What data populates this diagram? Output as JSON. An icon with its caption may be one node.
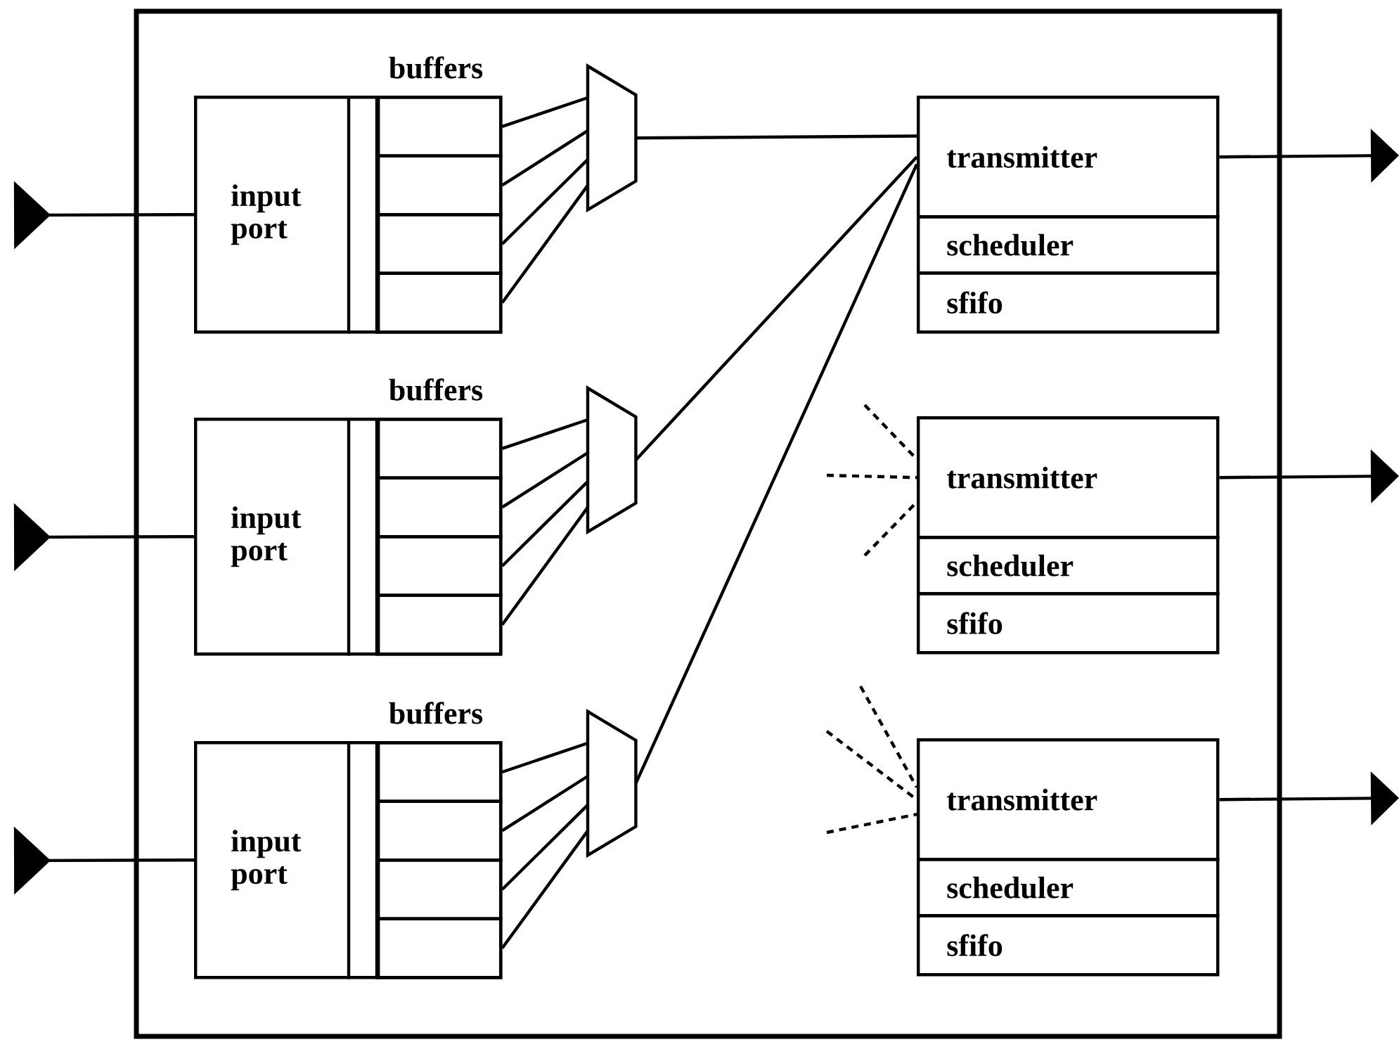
{
  "diagram": {
    "nodes": [
      {
        "text": [
          "input port"
        ]
      },
      {
        "text": [],
        "shape": "box",
        "in": 0
      },
      {
        "text": [],
        "shape": "box",
        "in": 0
      },
      {
        "text": [],
        "shape": "box",
        "in": 0
      },
      {
        "text": [],
        "shape": "box",
        "in": 0
      },
      {
        "text": [],
        "shape": "trapezoid"
      },
      {
        "text": [
          "input port"
        ]
      },
      {
        "text": [],
        "shape": "box",
        "in": 6
      },
      {
        "text": [],
        "shape": "box",
        "in": 6
      },
      {
        "text": [],
        "shape": "box",
        "in": 6
      },
      {
        "text": [],
        "shape": "box",
        "in": 6
      },
      {
        "text": [],
        "shape": "trapezoid"
      },
      {
        "text": [
          "input port"
        ]
      },
      {
        "text": [],
        "shape": "box",
        "in": 12
      },
      {
        "text": [],
        "shape": "box",
        "in": 12
      },
      {
        "text": [],
        "shape": "box",
        "in": 12
      },
      {
        "text": [],
        "shape": "box",
        "in": 12
      },
      {
        "text": [],
        "shape": "trapezoid"
      },
      {
        "text": [
          "transmitter"
        ]
      },
      {
        "text": [
          "scheduler"
        ]
      },
      {
        "text": [
          "sfifo"
        ]
      },
      {
        "text": [
          "transmitter"
        ]
      },
      {
        "text": [
          "scheduler"
        ]
      },
      {
        "text": [
          "sfifo"
        ]
      },
      {
        "text": [
          "transmitter"
        ]
      },
      {
        "text": [
          "scheduler"
        ]
      },
      {
        "text": [
          "sfifo"
        ]
      }
    ],
    "edges": [
      {
        "from": null,
        "to": 0,
        "arrow": "to"
      },
      {
        "from": 1,
        "to": 5,
        "arrow": "none"
      },
      {
        "from": 2,
        "to": 5,
        "arrow": "none"
      },
      {
        "from": 3,
        "to": 5,
        "arrow": "none"
      },
      {
        "from": 4,
        "to": 5,
        "arrow": "none"
      },
      {
        "from": null,
        "to": 6,
        "arrow": "to"
      },
      {
        "from": 7,
        "to": 11,
        "arrow": "none"
      },
      {
        "from": 8,
        "to": 11,
        "arrow": "none"
      },
      {
        "from": 9,
        "to": 11,
        "arrow": "none"
      },
      {
        "from": 10,
        "to": 11,
        "arrow": "none"
      },
      {
        "from": null,
        "to": 12,
        "arrow": "to"
      },
      {
        "from": 13,
        "to": 17,
        "arrow": "none"
      },
      {
        "from": 14,
        "to": 17,
        "arrow": "none"
      },
      {
        "from": 15,
        "to": 17,
        "arrow": "none"
      },
      {
        "from": 16,
        "to": 17,
        "arrow": "none"
      },
      {
        "from": 5,
        "to": 18,
        "arrow": "none"
      },
      {
        "from": 11,
        "to": 18,
        "arrow": "none"
      },
      {
        "from": 17,
        "to": 18,
        "arrow": "none"
      },
      {
        "from": null,
        "to": 21,
        "arrow": "none",
        "style": "dashed"
      },
      {
        "from": null,
        "to": 21,
        "arrow": "none",
        "style": "dashed"
      },
      {
        "from": null,
        "to": 21,
        "arrow": "none",
        "style": "dashed"
      },
      {
        "from": null,
        "to": 24,
        "arrow": "none",
        "style": "dashed"
      },
      {
        "from": null,
        "to": 24,
        "arrow": "none",
        "style": "dashed"
      },
      {
        "from": null,
        "to": 24,
        "arrow": "none",
        "style": "dashed"
      },
      {
        "from": 18,
        "to": null,
        "arrow": "to"
      },
      {
        "from": 21,
        "to": null,
        "arrow": "to"
      },
      {
        "from": 24,
        "to": null,
        "arrow": "to"
      }
    ],
    "labels": [
      "buffers",
      "buffers",
      "buffers"
    ]
  }
}
